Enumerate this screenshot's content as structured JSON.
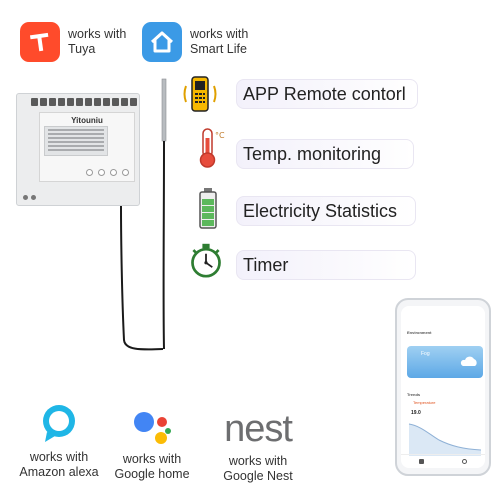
{
  "compatibility": {
    "tuya": {
      "line1": "works with",
      "line2": "Tuya",
      "icon": "tuya-logo-icon",
      "color": "#ff4b2b"
    },
    "smart_life": {
      "line1": "works with",
      "line2": "Smart Life",
      "icon": "smart-life-logo-icon",
      "color": "#3b9ae6"
    }
  },
  "device": {
    "brand": "Yitouniu",
    "icon": "smart-switch-device-icon"
  },
  "features": [
    {
      "label": "APP Remote contorl",
      "icon": "mobile-phone-icon"
    },
    {
      "label": "Temp. monitoring",
      "icon": "thermometer-icon"
    },
    {
      "label": "Electricity Statistics",
      "icon": "battery-icon"
    },
    {
      "label": "Timer",
      "icon": "stopwatch-icon"
    }
  ],
  "phone": {
    "header": "Environment",
    "weather": "Fog",
    "section": "Trends",
    "metric": "Temperature",
    "value": "19.0"
  },
  "assistants": [
    {
      "line1": "works with",
      "line2": "Amazon alexa",
      "icon": "alexa-logo-icon",
      "color": "#1fb6e6"
    },
    {
      "line1": "works with",
      "line2": "Google home",
      "icon": "google-assistant-logo-icon",
      "colors": [
        "#4285f4",
        "#ea4335",
        "#fbbc05",
        "#34a853"
      ]
    },
    {
      "logo": "nest",
      "line1": "works with",
      "line2": "Google Nest",
      "icon": "nest-logo-icon"
    }
  ]
}
